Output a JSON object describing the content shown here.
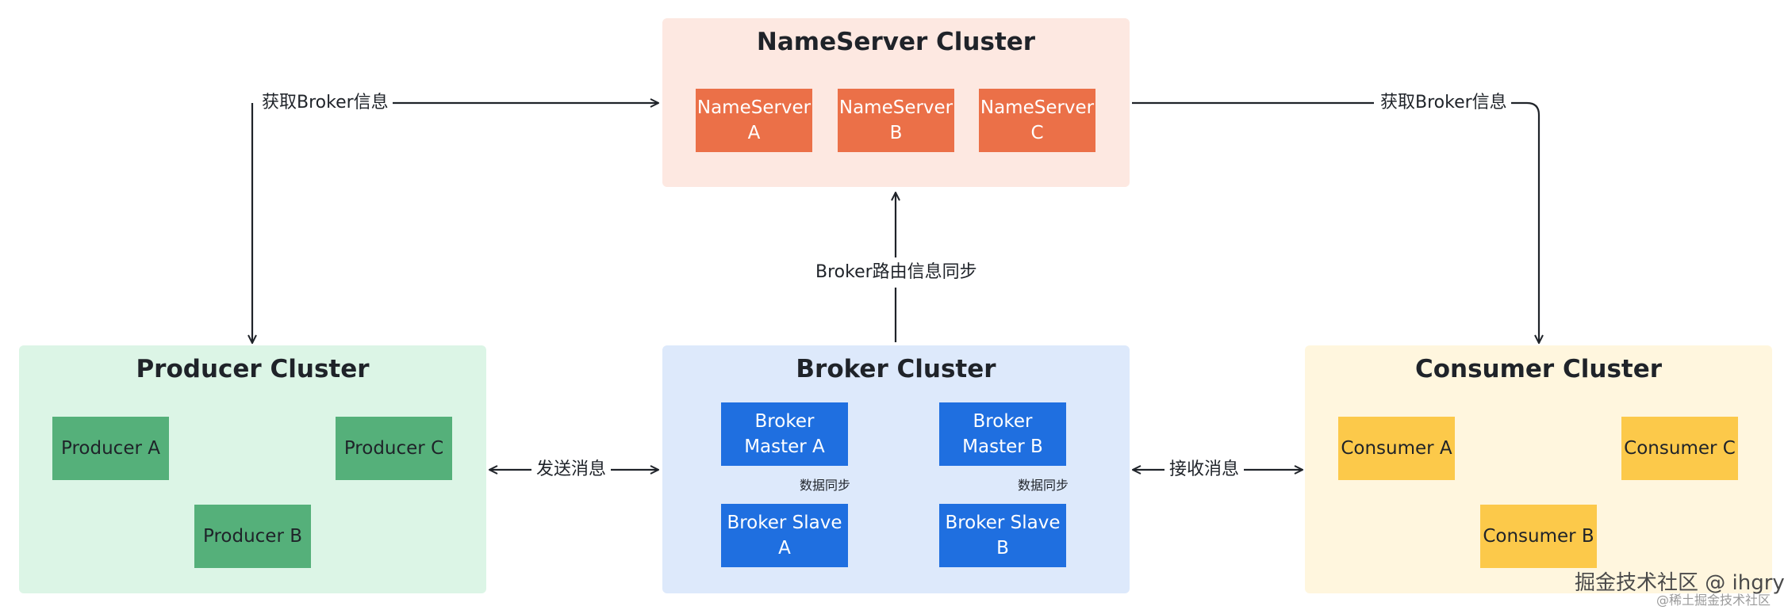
{
  "nameserver_cluster": {
    "title": "NameServer Cluster",
    "nodes": [
      "NameServer\nA",
      "NameServer\nB",
      "NameServer\nC"
    ],
    "bg_color": "#fde8e1",
    "node_color": "#eb7048"
  },
  "producer_cluster": {
    "title": "Producer Cluster",
    "nodes": [
      "Producer A",
      "Producer B",
      "Producer C"
    ],
    "bg_color": "#dcf5e6",
    "node_color": "#55b07a"
  },
  "broker_cluster": {
    "title": "Broker Cluster",
    "masters": [
      "Broker\nMaster A",
      "Broker\nMaster B"
    ],
    "slaves": [
      "Broker Slave\nA",
      "Broker Slave\nB"
    ],
    "sync_label": "数据同步",
    "bg_color": "#dde9fb",
    "node_color": "#1f6fe0"
  },
  "consumer_cluster": {
    "title": "Consumer Cluster",
    "nodes": [
      "Consumer A",
      "Consumer B",
      "Consumer C"
    ],
    "bg_color": "#fff6de",
    "node_color": "#fcc94a"
  },
  "edges": {
    "producer_get_info": "获取Broker信息",
    "consumer_get_info": "获取Broker信息",
    "broker_route_sync": "Broker路由信息同步",
    "send_message": "发送消息",
    "receive_message": "接收消息"
  },
  "watermark": {
    "main": "掘金技术社区 @ ihgry",
    "sub": "@稀土掘金技术社区"
  }
}
